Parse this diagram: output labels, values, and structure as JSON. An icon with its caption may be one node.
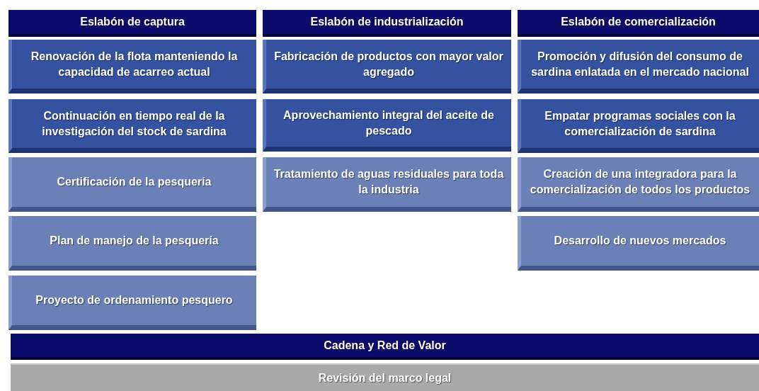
{
  "diagram": {
    "nodes": [
      {
        "text": [
          "Eslabón de captura"
        ]
      },
      {
        "text": [
          "Renovación de la flota manteniendo la capacidad de acarreo actual"
        ]
      },
      {
        "text": [
          "Continuación en tiempo real de la investigación del stock de sardina"
        ]
      },
      {
        "text": [
          "Certificación de la pesquería"
        ]
      },
      {
        "text": [
          "Plan de manejo de la pesquería"
        ]
      },
      {
        "text": [
          "Proyecto de ordenamiento pesquero"
        ]
      },
      {
        "text": [
          "Eslabón de industrialización"
        ]
      },
      {
        "text": [
          "Fabricación de productos con mayor valor agregado"
        ]
      },
      {
        "text": [
          "Aprovechamiento integral del aceite de pescado"
        ]
      },
      {
        "text": [
          "Tratamiento de aguas residuales para toda la industria"
        ]
      },
      {
        "text": [
          "Eslabón de comercialización"
        ]
      },
      {
        "text": [
          "Promoción y difusión del consumo de sardina enlatada en el mercado nacional"
        ]
      },
      {
        "text": [
          "Empatar programas sociales con la comercialización de sardina"
        ]
      },
      {
        "text": [
          "Creación de una integradora para la comercialización de todos los productos"
        ]
      },
      {
        "text": [
          "Desarrollo de nuevos mercados"
        ]
      },
      {
        "text": [
          "Cadena y Red de Valor"
        ]
      },
      {
        "text": [
          "Revisión del marco legal"
        ]
      }
    ],
    "edges": []
  }
}
